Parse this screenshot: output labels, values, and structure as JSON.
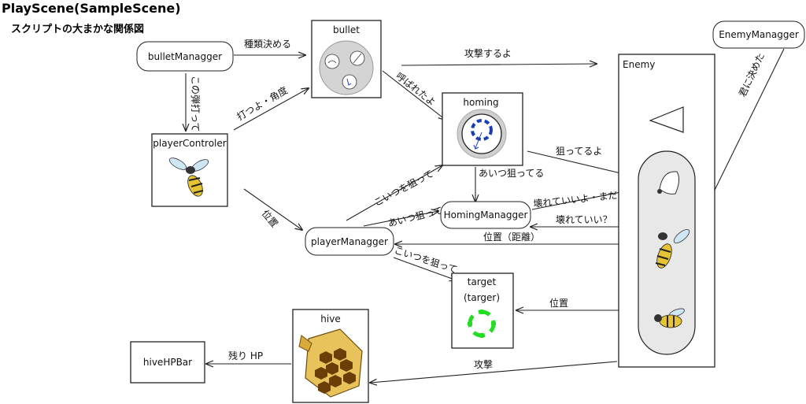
{
  "title": "PlayScene(SampleScene)",
  "subtitle": "スクリプトの大まかな関係図",
  "nodes": {
    "bulletManagger": "bulletManagger",
    "bullet": "bullet",
    "playerControler": "playerControler",
    "homing": "homing",
    "enemy": "Enemy",
    "enemyManagger": "EnemyManagger",
    "homingManagger": "HomingManagger",
    "playerManagger": "playerManagger",
    "target": "target",
    "target_sub": "(targer)",
    "hive": "hive",
    "hiveHPBar": "hiveHPBar"
  },
  "edges": {
    "e1": "種類決める",
    "e2": "この弾打って",
    "e3": "打つよ・角度",
    "e4": "攻撃するよ",
    "e5": "呼ばれたよ",
    "e6": "君に決めた",
    "e7": "狙ってるよ",
    "e8": "あいつ狙ってる",
    "e9": "こいつを狙って",
    "e10": "あいつ狙ってる",
    "e11": "壊れていいよ・まだだめ",
    "e12": "壊れていい？",
    "e13": "位置",
    "e14": "位置（距離）",
    "e15": "こいつを狙って",
    "e16": "位置",
    "e17": "攻撃",
    "e18": "残り HP"
  },
  "colors": {
    "homing_blue": "#1a3fb0",
    "target_green": "#22dd22",
    "hive_gold": "#e8c25a"
  }
}
